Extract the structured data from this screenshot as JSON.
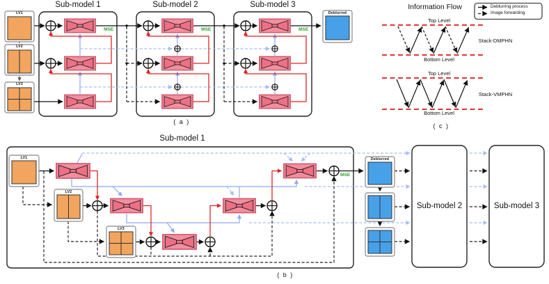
{
  "panel_a": {
    "submodel_titles": [
      "Sub-model 1",
      "Sub-model 2",
      "Sub-model 3"
    ],
    "input_labels": [
      "LV1",
      "LV2",
      "LV3"
    ],
    "output_label": "Deblurred",
    "mse_label": "MSE",
    "caption": "( a )"
  },
  "panel_b": {
    "title": "Sub-model 1",
    "input_labels": [
      "LV1",
      "LV2",
      "LV3"
    ],
    "output_label": "Deblurred",
    "mse_label": "MSE",
    "next_submodels": [
      "Sub-model 2",
      "Sub-model 3"
    ],
    "caption": "( b )"
  },
  "panel_c": {
    "title": "Information Flow",
    "legend": {
      "solid": "Deblurring process",
      "dashed": "Image forwarding"
    },
    "stacks": [
      {
        "name": "Stack-DMPHN",
        "top_label": "Top Level",
        "bottom_label": "Bottom Level"
      },
      {
        "name": "Stack-VMPHN",
        "top_label": "Top Level",
        "bottom_label": "Bottom Level"
      }
    ],
    "caption": "( c )"
  },
  "colors": {
    "patch_orange": "#F2A55E",
    "patch_blue": "#47A1E9",
    "block_fill": "#F48E9E",
    "block_inner": "#EE7085",
    "block_border": "#D4566C",
    "residual_red": "#DD2525",
    "feature_blue": "#8FA7EF",
    "feature_blue_dashed": "#A9BCF5",
    "mse_green": "#2FA12F",
    "level_line_red": "#E23535",
    "line_black": "#111111"
  }
}
